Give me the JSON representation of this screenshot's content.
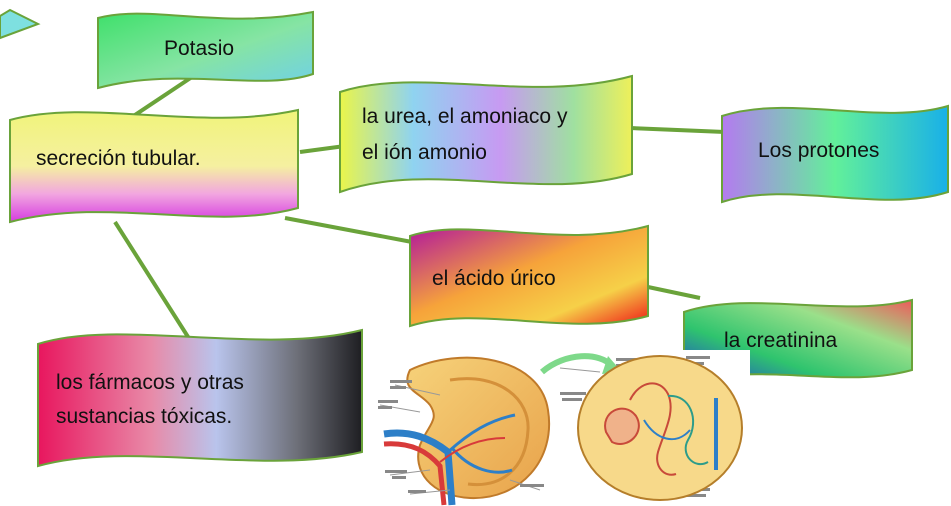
{
  "nodes": {
    "potasio": {
      "text": "Potasio"
    },
    "secrecion": {
      "text": "secreción tubular."
    },
    "urea": {
      "line1": "la urea, el amoniaco y",
      "line2": "el ión amonio"
    },
    "protones": {
      "text": "Los protones"
    },
    "acido": {
      "text": "el ácido úrico"
    },
    "creatinina": {
      "text": "la creatinina"
    },
    "farmacos": {
      "line1": "los fármacos y otras",
      "line2": "sustancias tóxicas."
    }
  },
  "colors": {
    "connector": "#6aa33a",
    "shape_border": "#6aa33a"
  },
  "image": {
    "description_icon": "kidney-nephron-illustration"
  }
}
